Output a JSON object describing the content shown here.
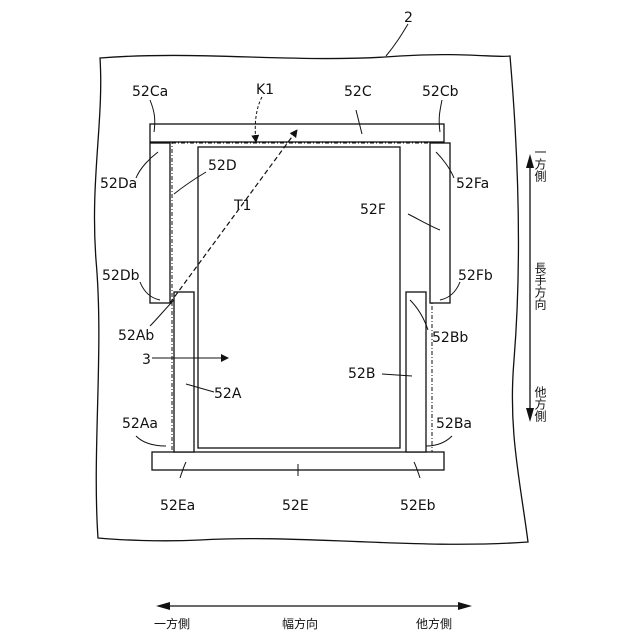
{
  "labels": {
    "board": "2",
    "k1": "K1",
    "c": "52C",
    "ca": "52Ca",
    "cb": "52Cb",
    "da": "52Da",
    "d": "52D",
    "fa": "52Fa",
    "t1": "T1",
    "f": "52F",
    "db": "52Db",
    "fb": "52Fb",
    "ab": "52Ab",
    "bb": "52Bb",
    "sheet": "3",
    "b": "52B",
    "a": "52A",
    "aa": "52Aa",
    "ba": "52Ba",
    "ea": "52Ea",
    "e": "52E",
    "eb": "52Eb"
  },
  "directions": {
    "vertical_top": "一方側",
    "vertical_middle": "長手方向",
    "vertical_bottom": "他方側",
    "horizontal_left": "一方側",
    "horizontal_middle": "幅方向",
    "horizontal_right": "他方側"
  }
}
